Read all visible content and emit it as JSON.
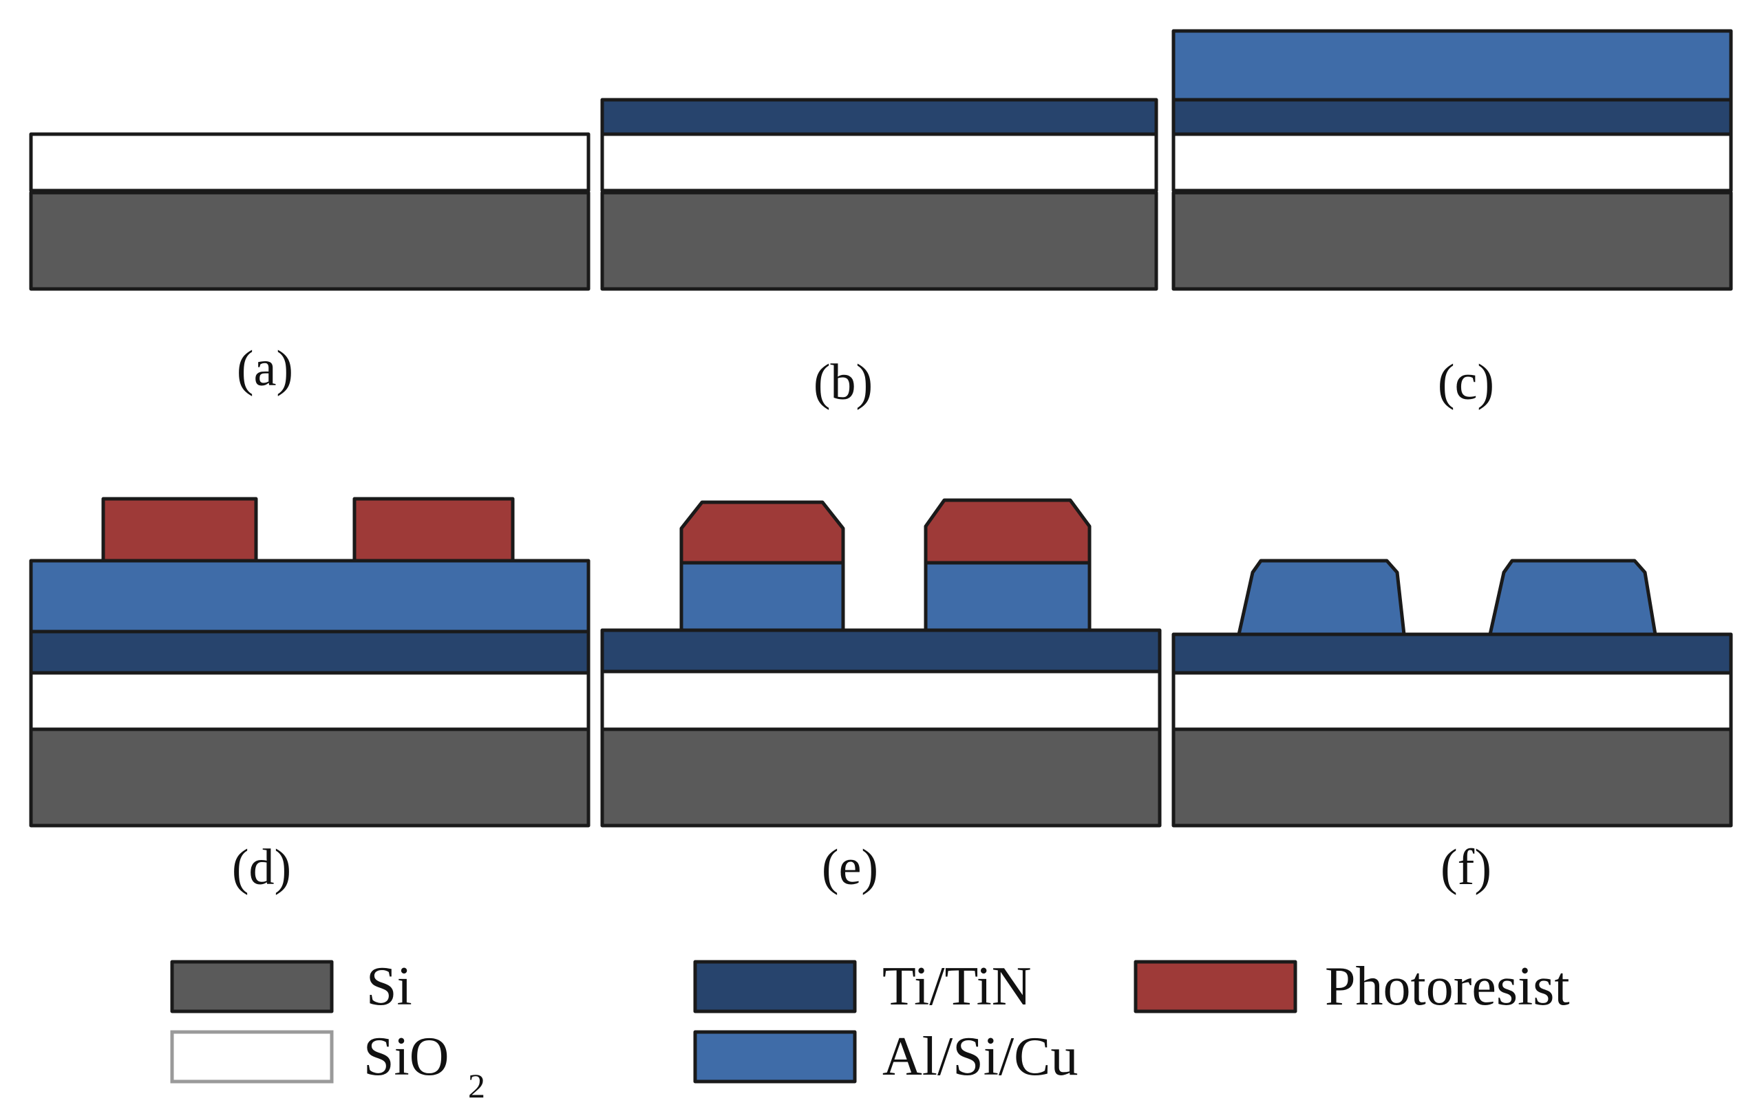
{
  "colors": {
    "si": "#5a5a5a",
    "sio2": "#ffffff",
    "ti_tin": "#27446d",
    "al_si_cu": "#3f6ca8",
    "photoresist": "#9e3a38",
    "outline": "#1a1a1a"
  },
  "panels": [
    {
      "label": "(a)",
      "layers": [
        "Si",
        "SiO2"
      ]
    },
    {
      "label": "(b)",
      "layers": [
        "Si",
        "SiO2",
        "Ti/TiN"
      ]
    },
    {
      "label": "(c)",
      "layers": [
        "Si",
        "SiO2",
        "Ti/TiN",
        "Al/Si/Cu"
      ]
    },
    {
      "label": "(d)",
      "layers": [
        "Si",
        "SiO2",
        "Ti/TiN",
        "Al/Si/Cu",
        "Photoresist"
      ]
    },
    {
      "label": "(e)",
      "layers": [
        "Si",
        "SiO2",
        "Ti/TiN",
        "Al/Si/Cu",
        "Photoresist"
      ]
    },
    {
      "label": "(f)",
      "layers": [
        "Si",
        "SiO2",
        "Ti/TiN",
        "Al/Si/Cu"
      ]
    }
  ],
  "legend": {
    "si": "Si",
    "sio2_base": "SiO",
    "sio2_sub": "2",
    "ti_tin": "Ti/TiN",
    "al_si_cu": "Al/Si/Cu",
    "photoresist": "Photoresist"
  }
}
